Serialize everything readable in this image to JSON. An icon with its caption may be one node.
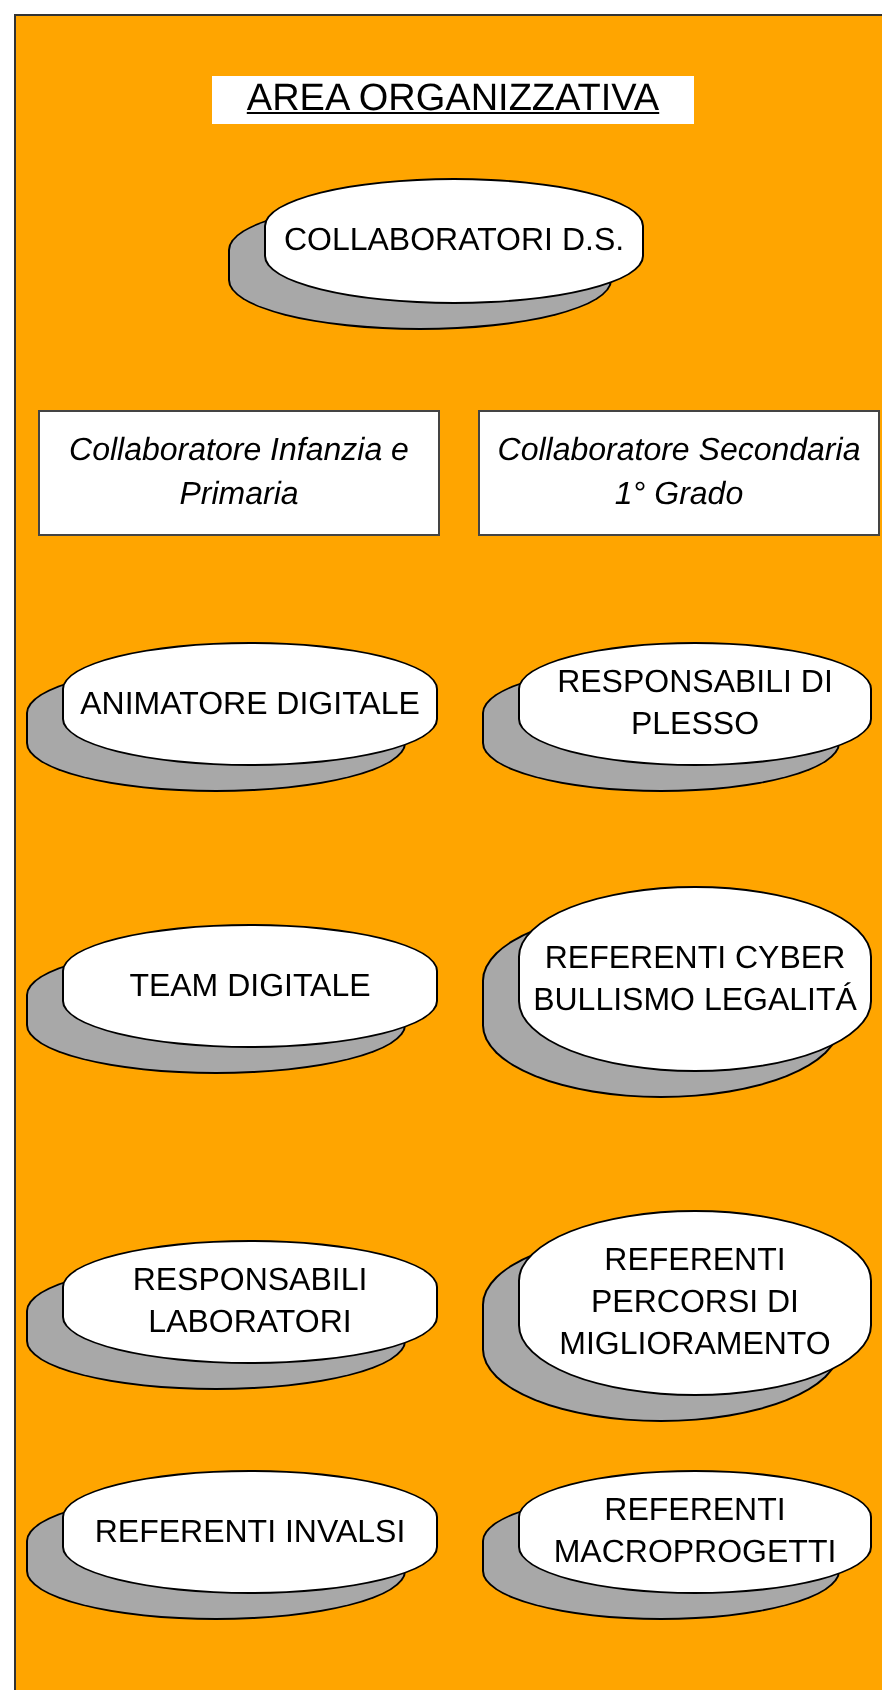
{
  "diagram": {
    "title": "AREA ORGANIZZATIVA",
    "nodes": [
      {
        "text": [
          "COLLABORATORI D.S."
        ]
      },
      {
        "text": [
          "Collaboratore Infanzia e Primaria"
        ]
      },
      {
        "text": [
          "Collaboratore Secondaria 1° Grado"
        ]
      },
      {
        "text": [
          "ANIMATORE DIGITALE"
        ]
      },
      {
        "text": [
          "RESPONSABILI DI PLESSO"
        ]
      },
      {
        "text": [
          "TEAM DIGITALE"
        ]
      },
      {
        "text": [
          "REFERENTI CYBER BULLISMO LEGALITÁ"
        ]
      },
      {
        "text": [
          "RESPONSABILI LABORATORI"
        ]
      },
      {
        "text": [
          "REFERENTI PERCORSI DI MIGLIORAMENTO"
        ]
      },
      {
        "text": [
          "REFERENTI INVALSI"
        ]
      },
      {
        "text": [
          "REFERENTI MACROPROGETTI"
        ]
      }
    ]
  }
}
